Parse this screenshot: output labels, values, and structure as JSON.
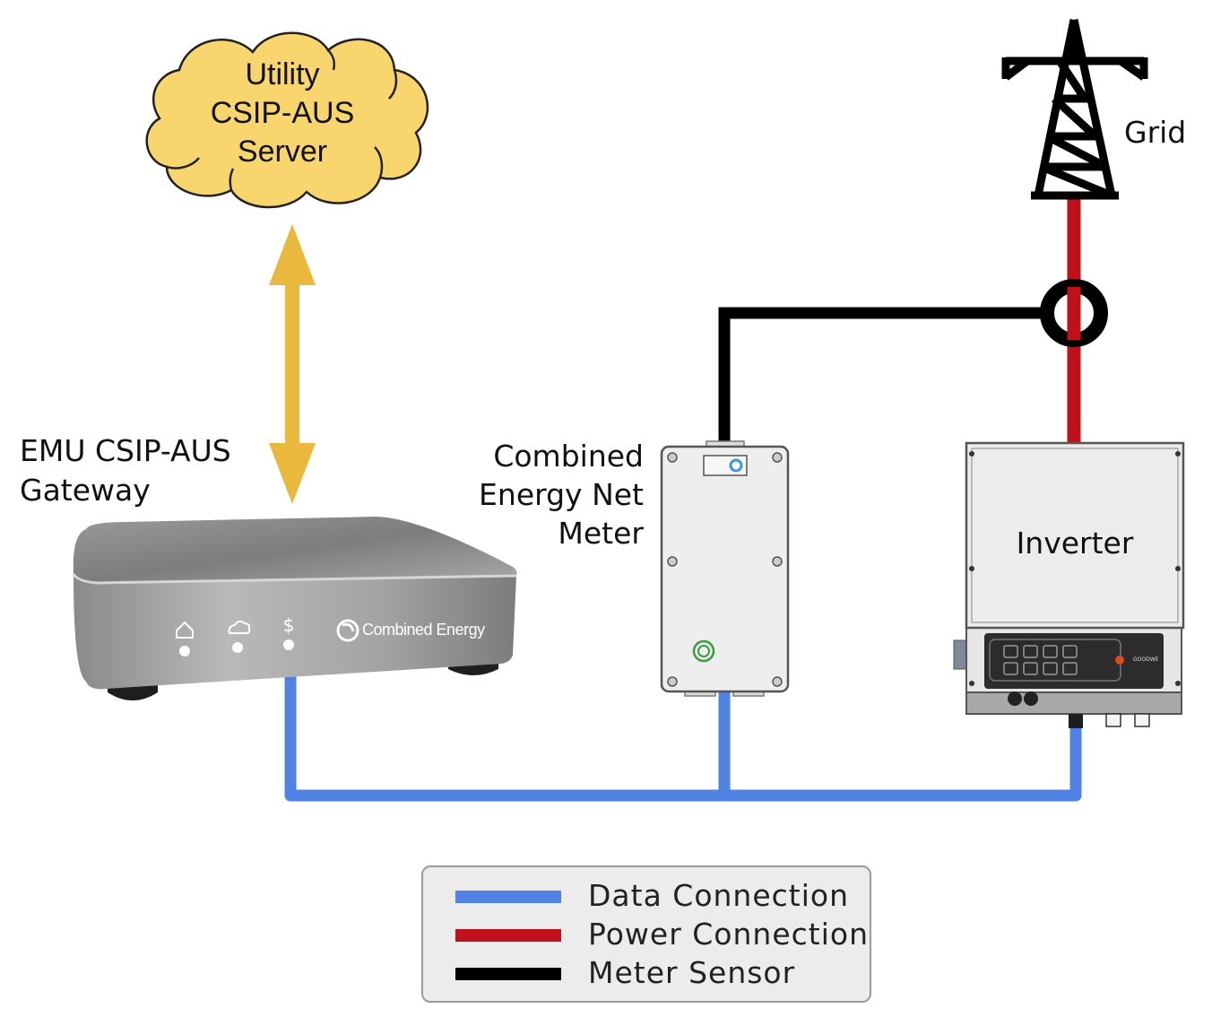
{
  "cloud": {
    "line1": "Utility",
    "line2": "CSIP-AUS",
    "line3": "Server"
  },
  "gateway": {
    "label_line1": "EMU CSIP-AUS",
    "label_line2": "Gateway",
    "brand": "Combined Energy",
    "indicator_icons": [
      "home-icon",
      "cloud-icon",
      "dollar-icon"
    ]
  },
  "meter": {
    "label_line1": "Combined",
    "label_line2": "Energy Net",
    "label_line3": "Meter"
  },
  "inverter": {
    "label": "Inverter",
    "brand": "GOODWE"
  },
  "grid": {
    "label": "Grid"
  },
  "legend": {
    "items": [
      {
        "label": "Data Connection",
        "color": "#4f82e3"
      },
      {
        "label": "Power Connection",
        "color": "#c0111b"
      },
      {
        "label": "Meter Sensor",
        "color": "#000000"
      }
    ]
  },
  "colors": {
    "data": "#4f82e3",
    "power": "#c0111b",
    "sensor": "#000000",
    "arrow": "#e9b83c",
    "cloud": "#f9d56e"
  }
}
